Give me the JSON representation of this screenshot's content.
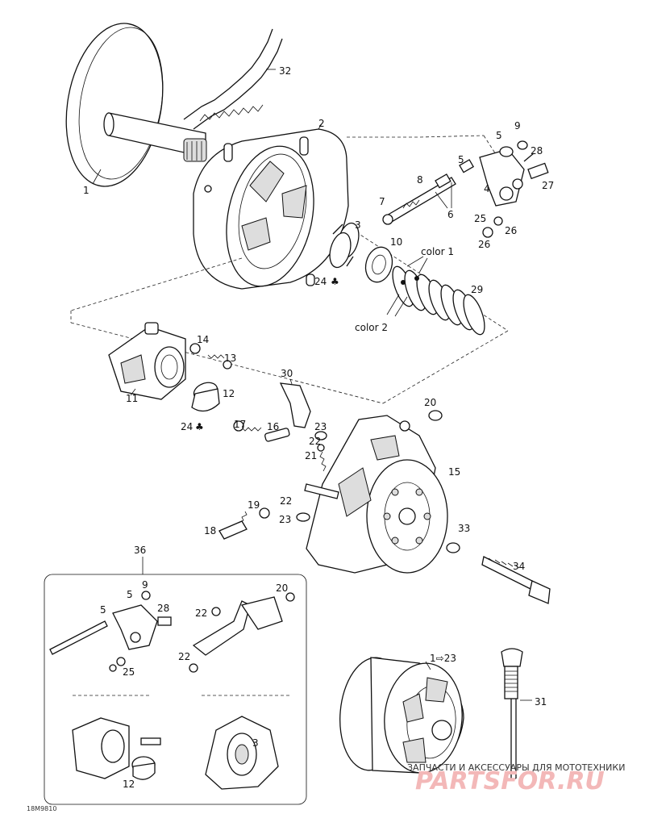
{
  "labels": {
    "p1": "1",
    "p2": "2",
    "p3": "3",
    "p4": "4",
    "p5a": "5",
    "p5b": "5",
    "p6": "6",
    "p7": "7",
    "p8": "8",
    "p9": "9",
    "p10": "10",
    "p11": "11",
    "p12": "12",
    "p13": "13",
    "p14": "14",
    "p15": "15",
    "p16": "16",
    "p17": "17",
    "p18": "18",
    "p19": "19",
    "p20": "20",
    "p21": "21",
    "p22a": "22",
    "p22b": "22",
    "p23a": "23",
    "p23b": "23",
    "p24a": "24",
    "p24b": "24",
    "p25": "25",
    "p26a": "26",
    "p26b": "26",
    "p27": "27",
    "p28": "28",
    "p29": "29",
    "p30": "30",
    "p31": "31",
    "p32": "32",
    "p33": "33",
    "p34": "34",
    "p36": "36",
    "color1": "color 1",
    "color2": "color 2"
  },
  "kit": {
    "k9": "9",
    "k5a": "5",
    "k5b": "5",
    "k28": "28",
    "k25": "25",
    "k20": "20",
    "k22a": "22",
    "k22b": "22",
    "k3": "3",
    "k12": "12"
  },
  "new_housing": "1⇨23",
  "drawing_code": "18M9810",
  "watermark": {
    "line1": "ЗАПЧАСТИ И АКСЕССУАРЫ ДЛЯ МОТОТЕХНИКИ",
    "line2": "PARTSFOR.RU"
  }
}
